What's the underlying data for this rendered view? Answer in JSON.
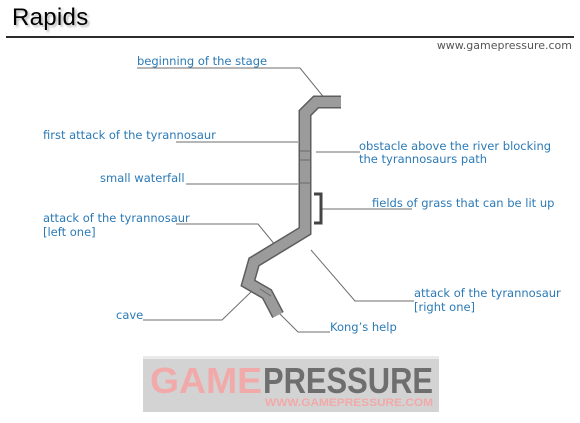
{
  "header": {
    "title": "Rapids",
    "site": "www.gamepressure.com"
  },
  "labels": {
    "beginning": "beginning of the stage",
    "first_attack": "first attack of the tyrannosaur",
    "obstacle_line1": "obstacle above the river blocking",
    "obstacle_line2": "the tyrannosaurs path",
    "small_waterfall": "small waterfall",
    "fields_of_grass": "fields of grass that can be lit up",
    "attack_left_line1": "attack of the tyrannosaur",
    "attack_left_line2": "[left one]",
    "attack_right_line1": "attack of the tyrannosaur",
    "attack_right_line2": "[right one]",
    "cave": "cave",
    "kongs_help": "Kong’s help"
  },
  "watermark": {
    "logo_text": "GAMEPRESSURE",
    "logo_part1": "GAME",
    "logo_part2": "PRESSURE",
    "url": "WWW.GAMEPRESSURE.COM"
  },
  "colors": {
    "label_blue": "#2b7ab6",
    "river_gray": "#9b9b9b",
    "watermark_red": "#f2a9a9",
    "watermark_dark": "#6e6e6e"
  }
}
